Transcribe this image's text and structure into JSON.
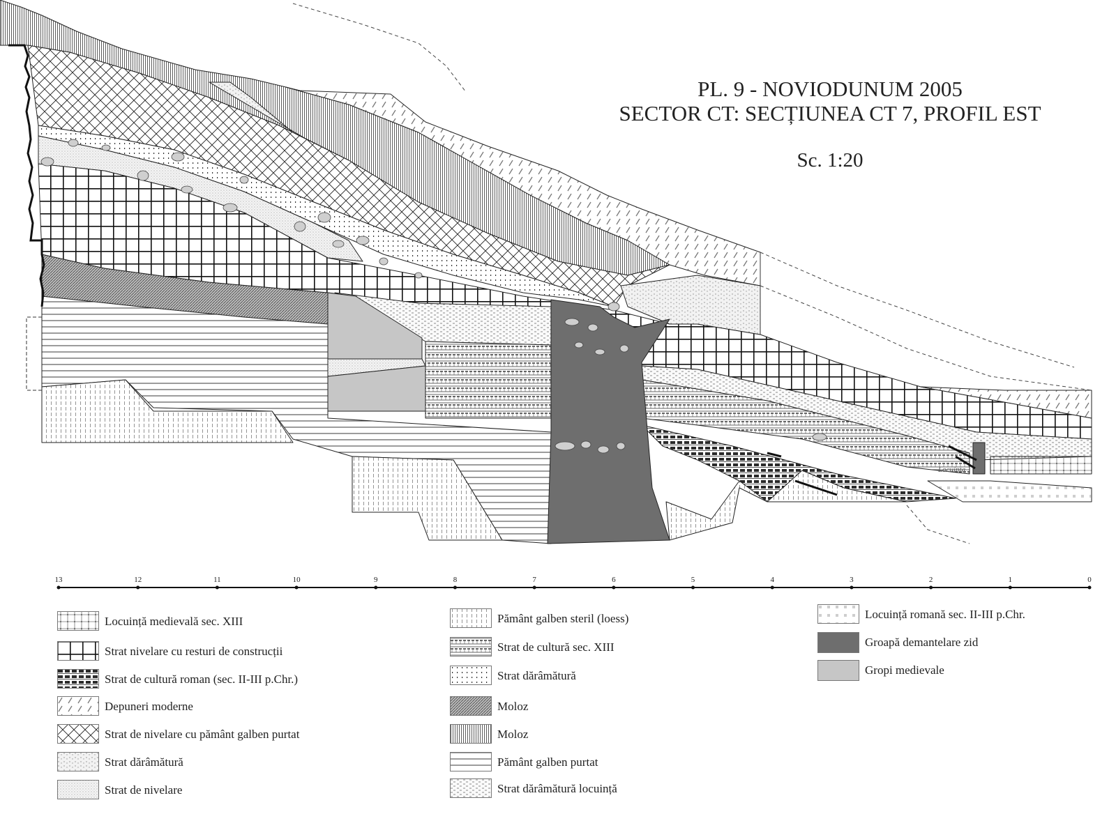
{
  "title": {
    "line1": "PL. 9 - NOVIODUNUM 2005",
    "line2": "SECTOR CT: SECȚIUNEA CT 7, PROFIL EST",
    "scale": "Sc. 1:20"
  },
  "annotations": {
    "locuinta": "Locuința"
  },
  "scale_bar": {
    "ticks": [
      "13",
      "12",
      "11",
      "10",
      "9",
      "8",
      "7",
      "6",
      "5",
      "4",
      "3",
      "2",
      "1",
      "0"
    ]
  },
  "colors": {
    "groapa": "#6e6e6e",
    "gropi": "#c6c6c6",
    "stone": "#cfcfcf",
    "ink": "#222222"
  },
  "legend": {
    "col1": [
      {
        "label": "Locuință medievală sec. XIII",
        "pattern": "medieval"
      },
      {
        "label": "Strat nivelare cu resturi de construcții",
        "pattern": "grid"
      },
      {
        "label": "Strat de cultură roman (sec. II-III p.Chr.)",
        "pattern": "roman"
      },
      {
        "label": "Depuneri moderne",
        "pattern": "moderne"
      },
      {
        "label": "Strat de nivelare cu pământ galben purtat",
        "pattern": "cross"
      },
      {
        "label": "Strat dărâmătură",
        "pattern": "daram"
      },
      {
        "label": "Strat de nivelare",
        "pattern": "nivelare"
      }
    ],
    "col2": [
      {
        "label": "Pământ galben steril (loess)",
        "pattern": "loess"
      },
      {
        "label": "Strat de cultură sec. XIII",
        "pattern": "xiii"
      },
      {
        "label": "Strat dărâmătură",
        "pattern": "dots"
      },
      {
        "label": "Moloz",
        "pattern": "molozdiag"
      },
      {
        "label": "Moloz",
        "pattern": "molozvert"
      },
      {
        "label": "Pământ galben purtat",
        "pattern": "horiz"
      },
      {
        "label": "Strat dărâmătură locuință",
        "pattern": "locdaram"
      }
    ],
    "col3": [
      {
        "label": "Locuință romană sec. II-III p.Chr.",
        "pattern": "romanloc"
      },
      {
        "label": "Groapă demantelare zid",
        "pattern": "groapa"
      },
      {
        "label": "Gropi medievale",
        "pattern": "gropi"
      }
    ]
  }
}
